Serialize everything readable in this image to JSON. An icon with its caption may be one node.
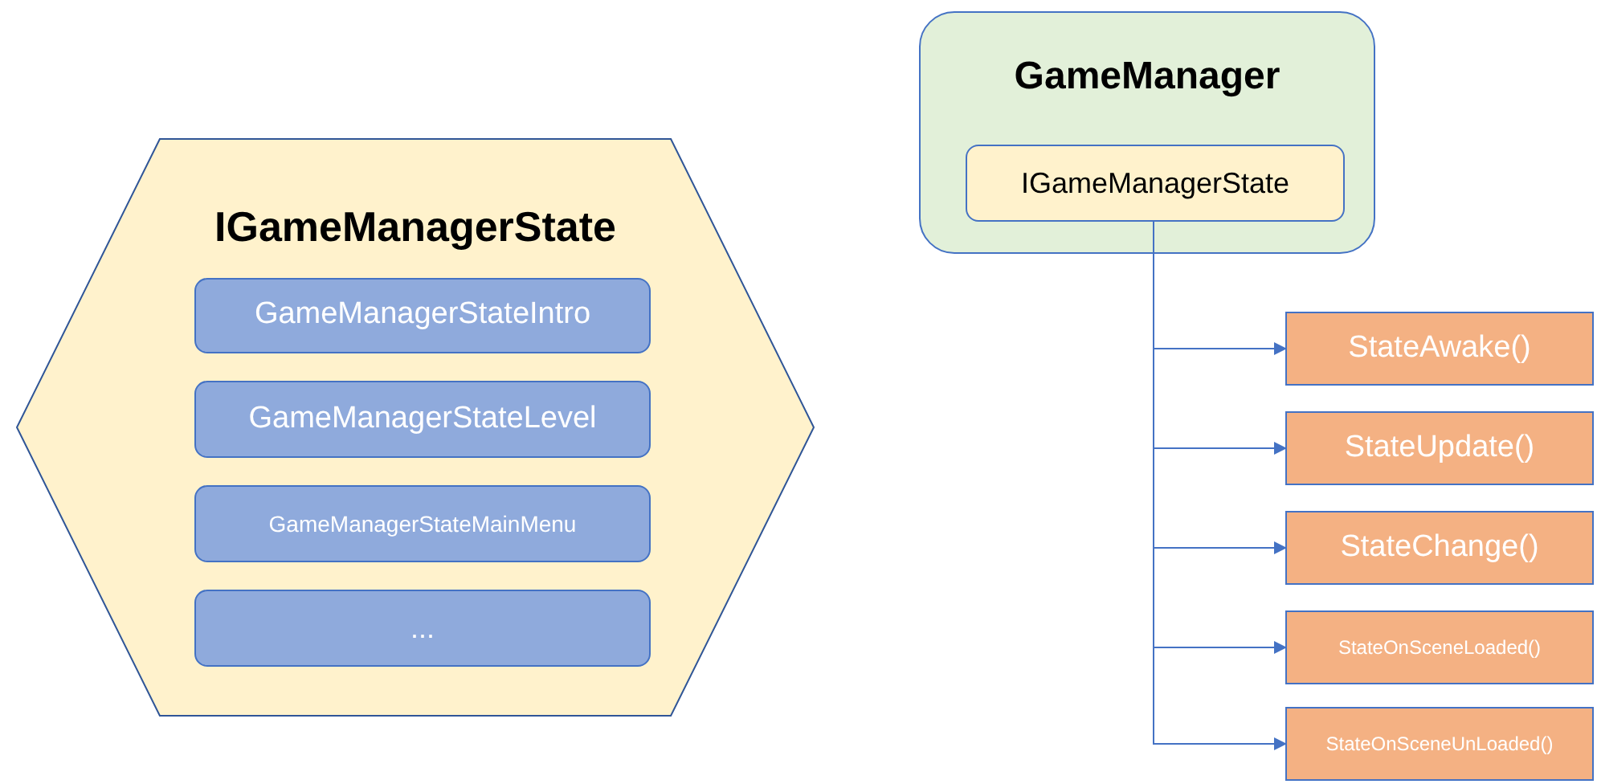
{
  "diagram": {
    "nodes": [
      {
        "text": [
          "IGameManagerState"
        ]
      },
      {
        "text": [
          "GameManagerStateIntro"
        ],
        "in": 0
      },
      {
        "text": [
          "GameManagerStateLevel"
        ],
        "in": 0
      },
      {
        "text": [
          "GameManagerStateMainMenu"
        ],
        "in": 0
      },
      {
        "text": [
          "..."
        ],
        "in": 0
      },
      {
        "text": [
          "GameManager"
        ]
      },
      {
        "text": [
          "IGameManagerState"
        ],
        "in": 5
      },
      {
        "text": [
          "StateAwake()"
        ]
      },
      {
        "text": [
          "StateUpdate()"
        ]
      },
      {
        "text": [
          "StateChange()"
        ]
      },
      {
        "text": [
          "StateOnSceneLoaded()"
        ]
      },
      {
        "text": [
          "StateOnSceneUnLoaded()"
        ]
      }
    ],
    "edges": [
      {
        "from": 6,
        "to": 7,
        "arrow": "to"
      },
      {
        "from": 6,
        "to": 8,
        "arrow": "to"
      },
      {
        "from": 6,
        "to": 9,
        "arrow": "to"
      },
      {
        "from": 6,
        "to": 10,
        "arrow": "to"
      },
      {
        "from": 6,
        "to": 11,
        "arrow": "to"
      }
    ]
  }
}
